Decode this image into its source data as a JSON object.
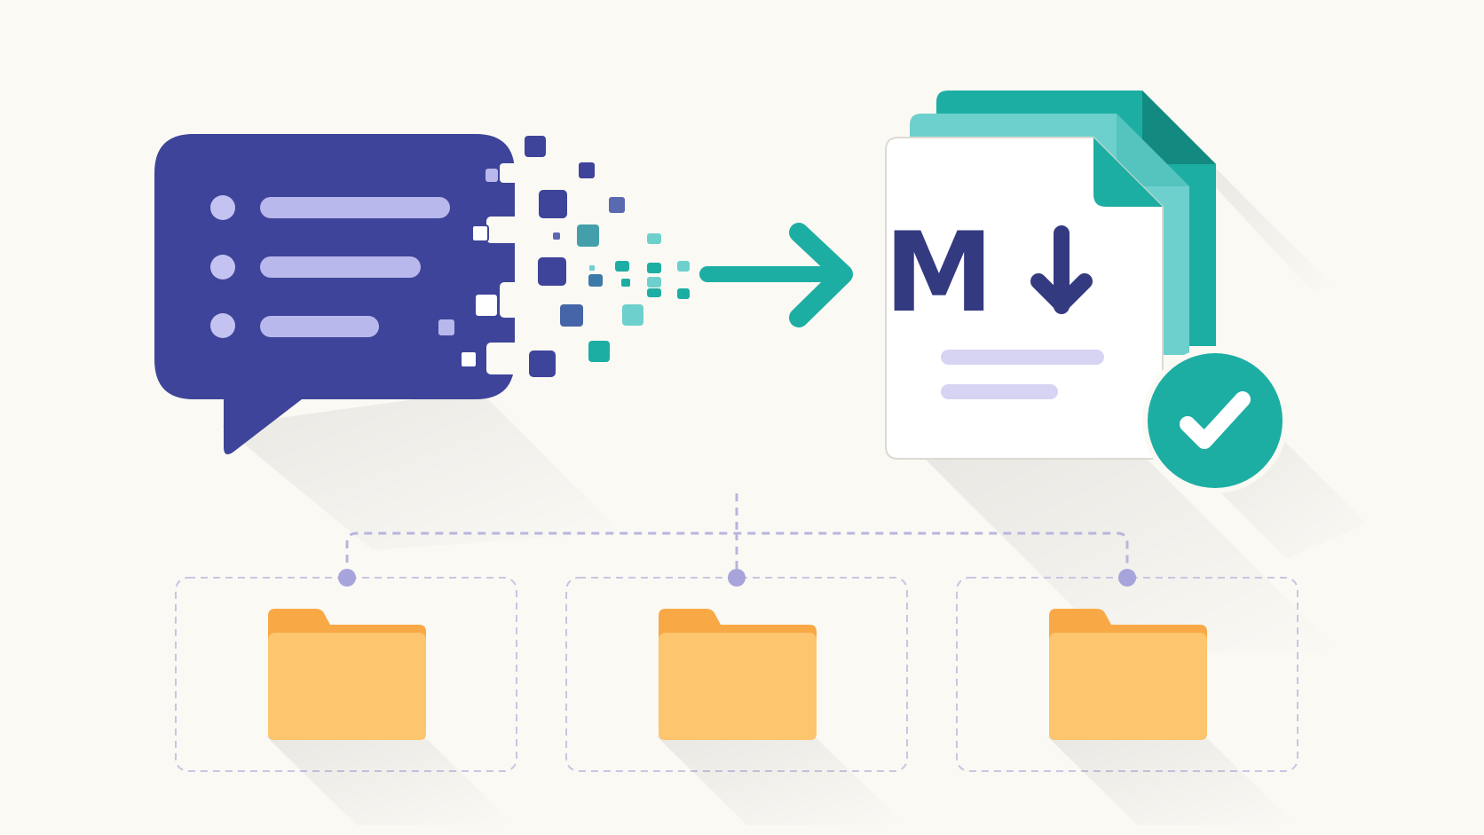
{
  "palette": {
    "background": "#fbf9f4",
    "indigo": "#3e4499",
    "lavender": "#b9b8ec",
    "lavender_light": "#d6d4f2",
    "teal": "#1daea3",
    "teal_light": "#6dd0cc",
    "teal_dark": "#138a80",
    "navy": "#343a80",
    "folder": "#fdc56e",
    "folder_tab": "#f9a846",
    "dash": "#b8b5de",
    "paper": "#ffffff"
  },
  "markdown_logo": {
    "letter": "M"
  },
  "icons": [
    "chat-bubble-icon",
    "pixel-dissolve-icon",
    "arrow-right-icon",
    "markdown-document-icon",
    "checkmark-badge-icon",
    "folder-icon"
  ],
  "folders": [
    {
      "name": "folder-left"
    },
    {
      "name": "folder-center"
    },
    {
      "name": "folder-right"
    }
  ]
}
